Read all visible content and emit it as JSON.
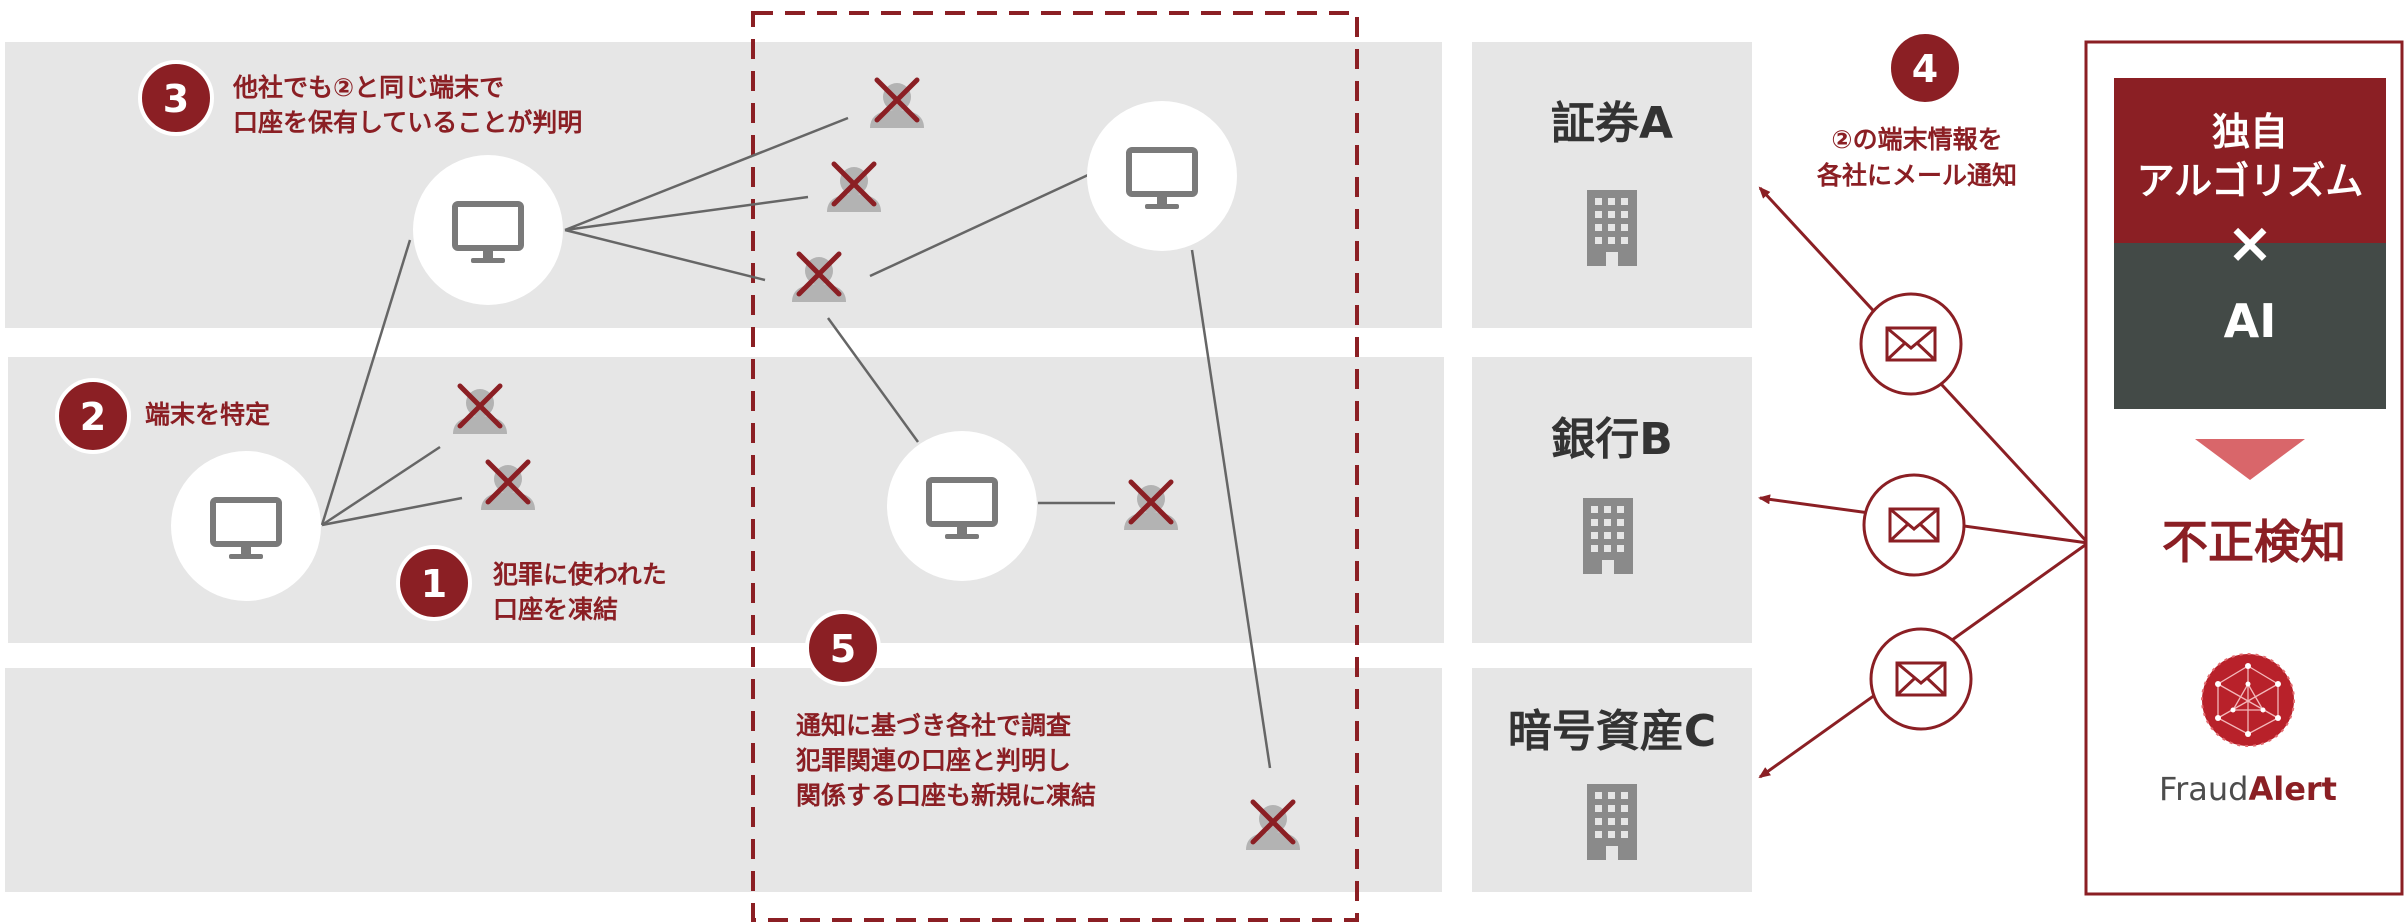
{
  "steps": [
    {
      "number": "1",
      "line1": "犯罪に使われた",
      "line2": "口座を凍結"
    },
    {
      "number": "2",
      "line1": "端末を特定"
    },
    {
      "number": "3",
      "line1": "他社でも②と同じ端末で",
      "line2": "口座を保有していることが判明"
    },
    {
      "number": "4",
      "line1": "②の端末情報を",
      "line2": "各社にメール通知"
    },
    {
      "number": "5",
      "line1": "通知に基づき各社で調査",
      "line2": "犯罪関連の口座と判明し",
      "line3": "関係する口座も新規に凍結"
    }
  ],
  "companies": [
    {
      "name": "証券A",
      "icon": "building-icon"
    },
    {
      "name": "銀行B",
      "icon": "building-icon"
    },
    {
      "name": "暗号資産C",
      "icon": "building-icon"
    }
  ],
  "engine": {
    "top_line1": "独自",
    "top_line2": "アルゴリズム",
    "times": "×",
    "bottom": "AI",
    "result": "不正検知",
    "logo_word1": "Fraud",
    "logo_word2": "Alert"
  },
  "icons": {
    "device": "monitor-icon",
    "account": "frozen-account-icon",
    "mail": "mail-icon"
  },
  "colors": {
    "accent": "#8b1f24",
    "dark_panel": "#434a47",
    "band": "#e6e6e6",
    "arrow_light": "#d9666a",
    "icon_gray": "#7a7a7a"
  }
}
